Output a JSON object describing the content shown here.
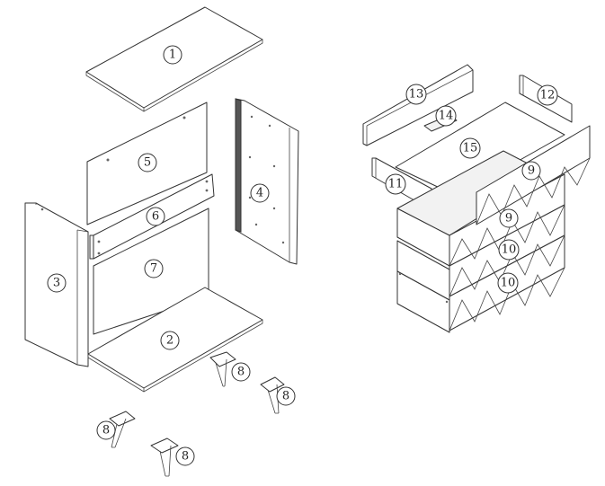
{
  "diagram": {
    "callouts": [
      {
        "id": "c1",
        "label": "1"
      },
      {
        "id": "c2",
        "label": "2"
      },
      {
        "id": "c3",
        "label": "3"
      },
      {
        "id": "c4",
        "label": "4"
      },
      {
        "id": "c5",
        "label": "5"
      },
      {
        "id": "c6",
        "label": "6"
      },
      {
        "id": "c7",
        "label": "7"
      },
      {
        "id": "c8a",
        "label": "8"
      },
      {
        "id": "c8b",
        "label": "8"
      },
      {
        "id": "c8c",
        "label": "8"
      },
      {
        "id": "c8d",
        "label": "8"
      },
      {
        "id": "c9a",
        "label": "9"
      },
      {
        "id": "c9b",
        "label": "9"
      },
      {
        "id": "c10a",
        "label": "10"
      },
      {
        "id": "c10b",
        "label": "10"
      },
      {
        "id": "c11",
        "label": "11"
      },
      {
        "id": "c12",
        "label": "12"
      },
      {
        "id": "c13",
        "label": "13"
      },
      {
        "id": "c14",
        "label": "14"
      },
      {
        "id": "c15",
        "label": "15"
      }
    ]
  }
}
